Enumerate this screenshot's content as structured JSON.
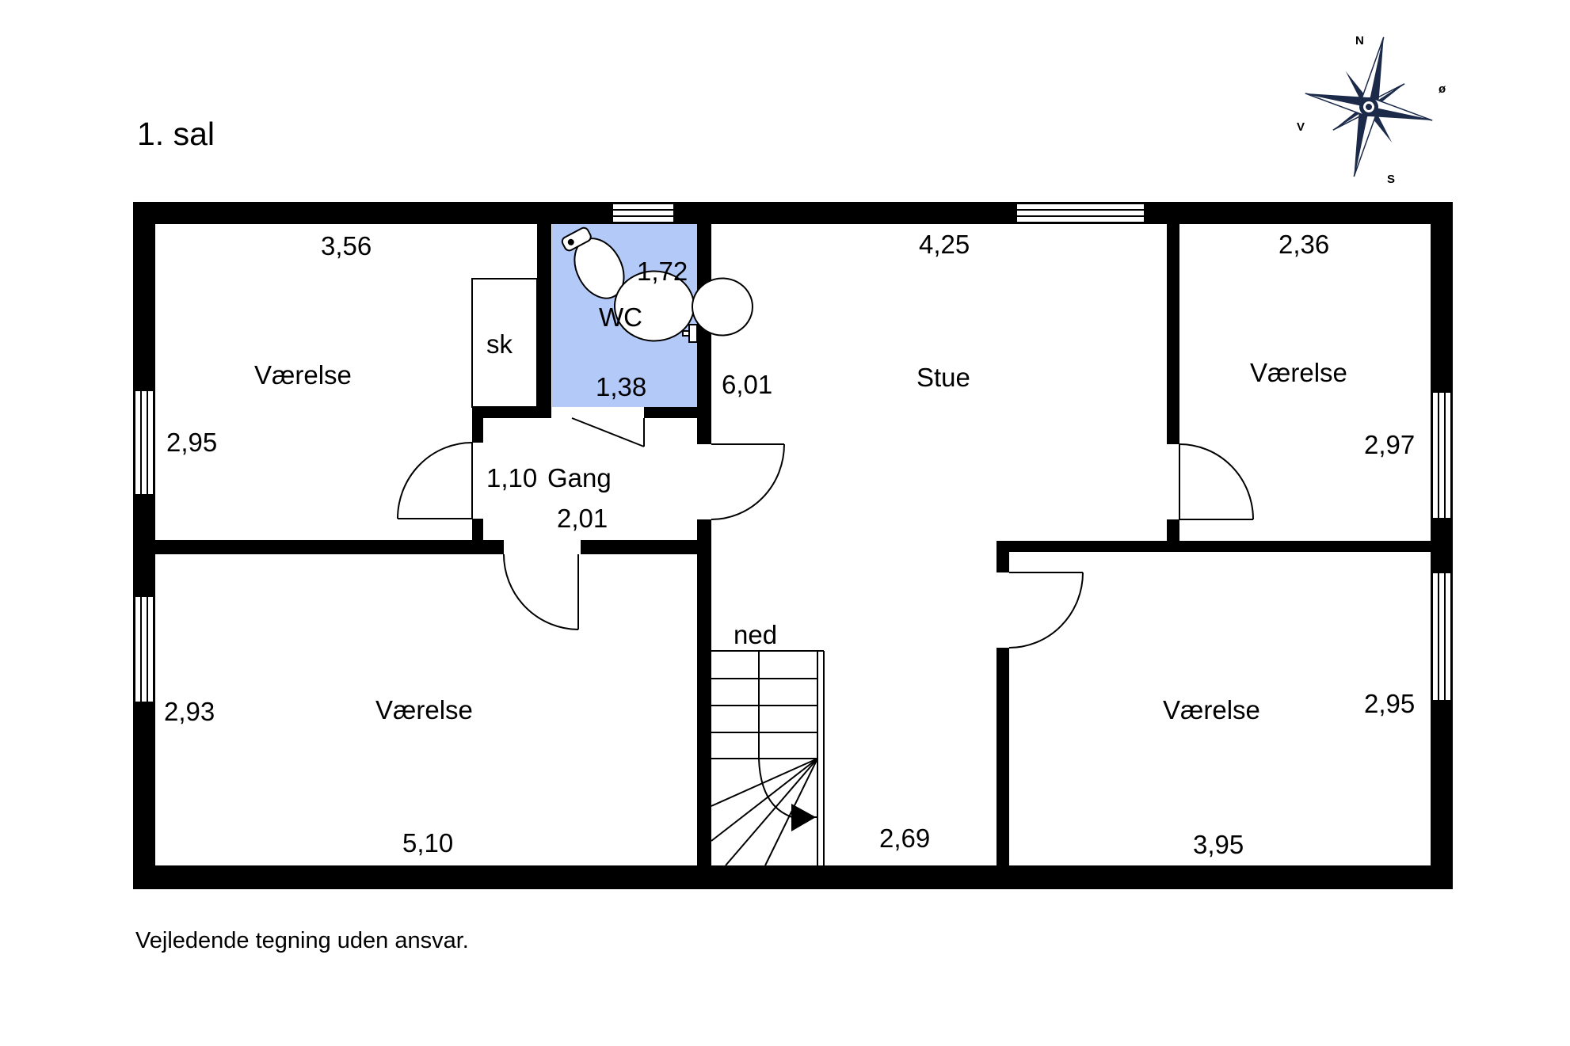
{
  "title": "1. sal",
  "disclaimer": "Vejledende tegning uden ansvar.",
  "compass": {
    "n": "N",
    "e": "ø",
    "s": "S",
    "w": "V"
  },
  "rooms": {
    "room_top_left": {
      "name": "Værelse",
      "width": "3,56",
      "depth": "2,95"
    },
    "closet": {
      "name": "sk"
    },
    "wc": {
      "name": "WC",
      "width": "1,72",
      "depth": "1,38",
      "fill": "#b3c9f7"
    },
    "hall": {
      "name": "Gang",
      "width": "1,10",
      "depth": "2,01"
    },
    "living": {
      "name": "Stue",
      "width": "4,25",
      "depth": "6,01",
      "lower_width": "2,69"
    },
    "room_top_right": {
      "name": "Værelse",
      "width": "2,36",
      "depth": "2,97"
    },
    "room_bottom_left": {
      "name": "Værelse",
      "width": "5,10",
      "depth": "2,93"
    },
    "room_bottom_right": {
      "name": "Værelse",
      "width": "3,95",
      "depth": "2,95"
    }
  },
  "stairs": {
    "label": "ned"
  },
  "colors": {
    "wall": "#000000",
    "wc_fill": "#b3c9f7",
    "compass_dark": "#1c2a4a"
  }
}
